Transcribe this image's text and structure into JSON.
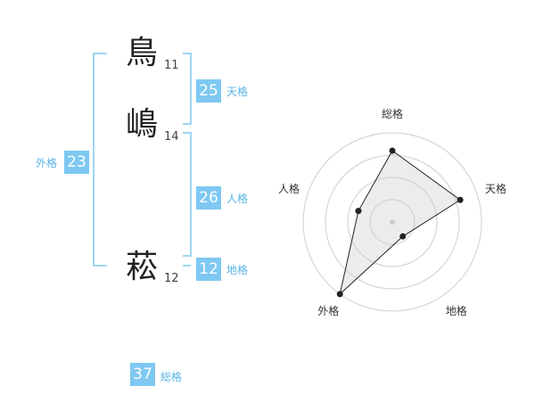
{
  "name": {
    "chars": [
      {
        "char": "鳥",
        "strokes": "11"
      },
      {
        "char": "嶋",
        "strokes": "14"
      },
      {
        "char": "菘",
        "strokes": "12"
      }
    ]
  },
  "fortunes": {
    "tenkaku": {
      "value": "25",
      "label": "天格"
    },
    "jinkaku": {
      "value": "26",
      "label": "人格"
    },
    "chikaku": {
      "value": "12",
      "label": "地格"
    },
    "gaikaku": {
      "value": "23",
      "label": "外格"
    },
    "soukaku": {
      "value": "37",
      "label": "総格"
    }
  },
  "colors": {
    "accent": "#7ec8f2",
    "bracket": "#7ec8f2",
    "label": "#5ab3e6"
  },
  "chart_data": {
    "type": "radar",
    "axes": [
      "総格",
      "天格",
      "地格",
      "外格",
      "人格"
    ],
    "series": [
      {
        "values": [
          4,
          4,
          1,
          5,
          2
        ]
      }
    ],
    "rmax": 5,
    "rings": 4
  }
}
